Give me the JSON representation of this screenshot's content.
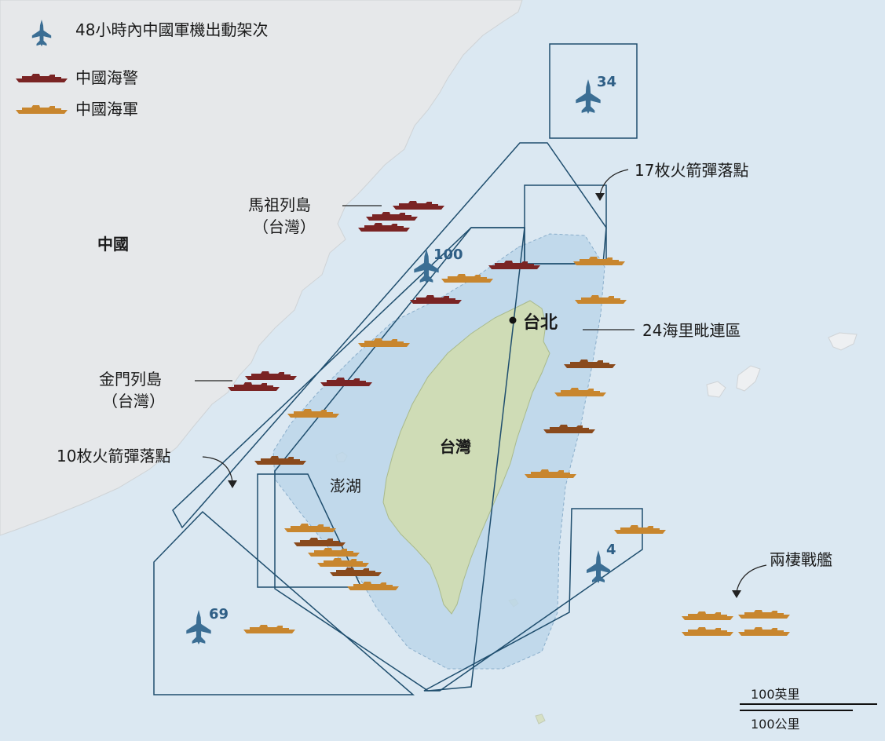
{
  "legend": {
    "aircraft_label": "48小時內中國軍機出動架次",
    "coast_guard_label": "中國海警",
    "navy_label": "中國海軍"
  },
  "labels": {
    "china": "中國",
    "taiwan": "台灣",
    "taipei": "台北",
    "penghu": "澎湖",
    "matsu": "馬祖列島",
    "matsu_sub": "（台灣）",
    "kinmen": "金門列島",
    "kinmen_sub": "（台灣）",
    "zone_24nm": "24海里毗連區",
    "rockets_17": "17枚火箭彈落點",
    "rockets_10": "10枚火箭彈落點",
    "two_warships": "兩棲戰艦"
  },
  "sorties": {
    "north_box": "34",
    "north_zone": "100",
    "southwest_zone": "69",
    "southeast_box": "4"
  },
  "scale": {
    "miles_label": "100英里",
    "km_label": "100公里"
  },
  "colors": {
    "coast_guard": "#7a2424",
    "navy": "#c8862e",
    "navy_dark": "#8a4a1c",
    "aircraft": "#3b6e94",
    "zone_stroke": "#1f4e6e",
    "contiguous_zone": "#bcd6ea",
    "sea": "#dbe8f2",
    "land_china": "#e6e8ea",
    "land_taiwan": "#cfdcb6"
  }
}
